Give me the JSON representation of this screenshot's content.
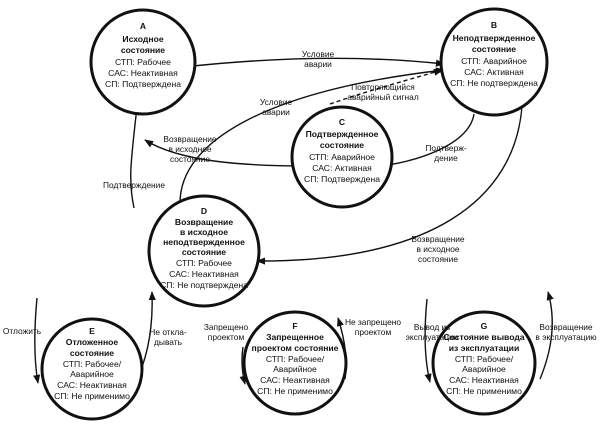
{
  "states": {
    "a": {
      "letter": "A",
      "title": [
        "Исходное",
        "состояние"
      ],
      "lines": [
        "СТП: Рабочее",
        "САС: Неактивная",
        "СП: Подтверждена"
      ]
    },
    "b": {
      "letter": "B",
      "title": [
        "Неподтвержденное",
        "состояние"
      ],
      "lines": [
        "СТП: Аварийное",
        "САС: Активная",
        "СП: Не подтверждена"
      ]
    },
    "c": {
      "letter": "C",
      "title": [
        "Подтвержденное",
        "состояние"
      ],
      "lines": [
        "СТП: Аварийное",
        "САС: Активная",
        "СП: Подтверждена"
      ]
    },
    "d": {
      "letter": "D",
      "title": [
        "Возвращение",
        "в исходное",
        "неподтвержденное",
        "состояние"
      ],
      "lines": [
        "СТП: Рабочее",
        "САС: Неактивная",
        "СП: Не подтверждена"
      ]
    },
    "e": {
      "letter": "E",
      "title": [
        "Отложенное",
        "состояние"
      ],
      "lines": [
        "СТП: Рабочее/",
        "Аварийное",
        "САС: Неактивная",
        "СП: Не применимо"
      ]
    },
    "f": {
      "letter": "F",
      "title": [
        "Запрещенное",
        "проектом состояние"
      ],
      "lines": [
        "СТП: Рабочее/",
        "Аварийное",
        "САС: Неактивная",
        "СП: Не применимо"
      ]
    },
    "g": {
      "letter": "G",
      "title": [
        "Состояние вывода",
        "из эксплуатации"
      ],
      "lines": [
        "СТП: Рабочее/",
        "Аварийное",
        "САС: Неактивная",
        "СП: Не применимо"
      ]
    }
  },
  "edges": {
    "a_b_alarm": [
      "Условие",
      "аварии"
    ],
    "c_b_repeat": [
      "Повторяющийся",
      "аварийный сигнал"
    ],
    "d_b_alarm": [
      "Условие",
      "аварии"
    ],
    "c_a_return": [
      "Возвращение",
      "в исходное",
      "состояние"
    ],
    "d_a_ack": [
      "Подтверждение"
    ],
    "b_c_ack": [
      "Подтверж-",
      "дение"
    ],
    "b_d_return": [
      "Возвращение",
      "в исходное",
      "состояние"
    ],
    "e_in": [
      "Отложить"
    ],
    "e_out": [
      "Не откла-",
      "дывать"
    ],
    "f_in": [
      "Запрещено",
      "проектом"
    ],
    "f_out": [
      "Не запрещено",
      "проектом"
    ],
    "g_in": [
      "Вывод из",
      "эксплуатации"
    ],
    "g_out": [
      "Возвращение",
      "в эксплуатацию"
    ]
  }
}
